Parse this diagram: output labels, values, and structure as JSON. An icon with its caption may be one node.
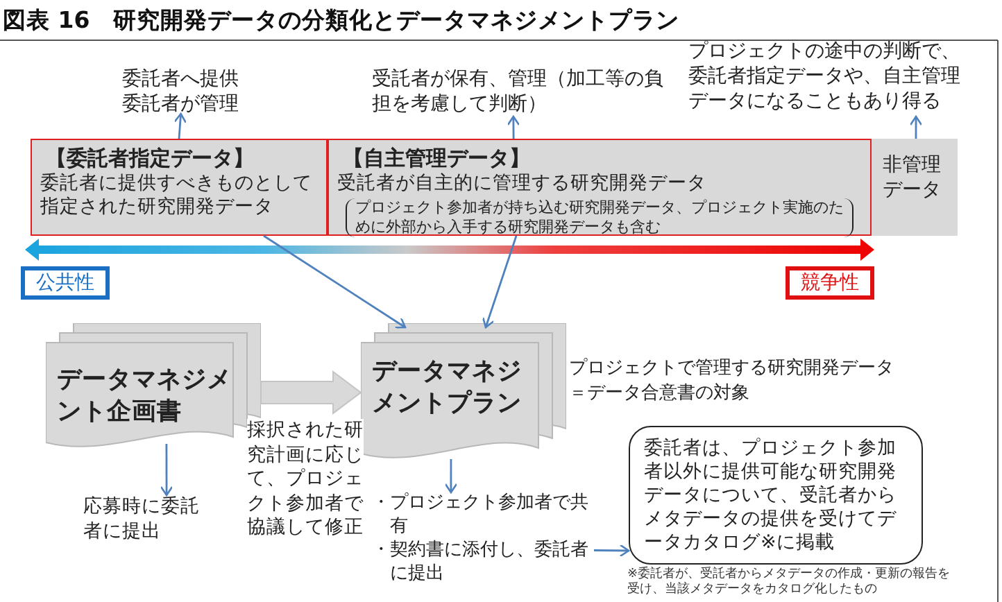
{
  "diagram": {
    "title": "図表 16　研究開発データの分類化とデータマネジメントプラン",
    "nodes": [
      {
        "text": [
          "【委託者指定データ】",
          "委託者に提供すべきものとして指定された研究開発データ"
        ]
      },
      {
        "text": [
          "【自主管理データ】",
          "受託者が自主的に管理する研究開発データ",
          "プロジェクト参加者が持ち込む研究開発データ、プロジェクト実施のために外部から入手する研究開発データも含む"
        ]
      },
      {
        "text": [
          "非管理データ"
        ]
      },
      {
        "text": [
          "委託者へ提供委託者が管理"
        ]
      },
      {
        "text": [
          "受託者が保有、管理（加工等の負担を考慮して判断）"
        ]
      },
      {
        "text": [
          "プロジェクトの途中の判断で、委託者指定データや、自主管理データになることもあり得る"
        ]
      },
      {
        "text": [
          "公共性"
        ]
      },
      {
        "text": [
          "競争性"
        ]
      },
      {
        "text": [
          "データマネジメント企画書"
        ]
      },
      {
        "text": [
          "データマネジメントプラン"
        ],
        "beside": [
          "プロジェクトで管理する研究開発データ＝データ合意書の対象"
        ]
      },
      {
        "text": [
          "応募時に委託者に提出"
        ]
      },
      {
        "text": [
          "・プロジェクト参加者で共有",
          "・契約書に添付し、委託者に提出"
        ]
      },
      {
        "text": [
          "委託者は、プロジェクト参加者以外に提供可能な研究開発データについて、受託者からメタデータの提供を受けてデータカタログ※に掲載"
        ]
      }
    ],
    "edges": [
      {
        "from": 0,
        "to": 3,
        "arrow": "to"
      },
      {
        "from": 1,
        "to": 4,
        "arrow": "to"
      },
      {
        "from": 2,
        "to": 5,
        "arrow": "to"
      },
      {
        "from": 0,
        "to": 9,
        "arrow": "to"
      },
      {
        "from": 1,
        "to": 9,
        "arrow": "to"
      },
      {
        "from": 8,
        "to": 10,
        "arrow": "to"
      },
      {
        "from": 9,
        "to": 11,
        "arrow": "to"
      },
      {
        "from": 11,
        "to": 12,
        "arrow": "to"
      },
      {
        "from": 8,
        "to": 9,
        "arrow": "to",
        "label": "採択された研究計画に応じて、プロジェクト参加者で協議して修正",
        "style": "thick",
        "color": "#d9d9d9"
      }
    ],
    "labels": [
      "※委託者が、受託者からメタデータの作成・更新の報告を受け、当該メタデータをカタログ化したもの"
    ]
  }
}
